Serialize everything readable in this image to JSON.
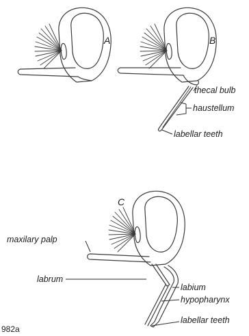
{
  "panels": {
    "a": {
      "label": "A"
    },
    "b": {
      "label": "B",
      "labels": {
        "thecal_bulb": "thecal bulb",
        "haustellum": "haustellum",
        "labellar_teeth": "labellar teeth"
      }
    },
    "c": {
      "label": "C",
      "labels": {
        "maxilary_palp": "maxilary palp",
        "labrum": "labrum",
        "labium": "labium",
        "hypopharynx": "hypopharynx",
        "labellar_teeth": "labellar teeth"
      }
    }
  },
  "caption": "982a",
  "colors": {
    "line": "#3a3a3a",
    "text": "#1a1a1a",
    "background": "#ffffff"
  }
}
